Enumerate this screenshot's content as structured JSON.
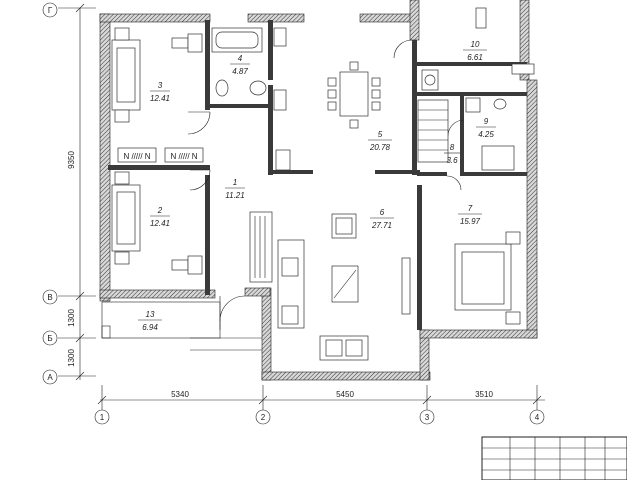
{
  "rooms": [
    {
      "id": "r1",
      "num": "1",
      "area": "11.21"
    },
    {
      "id": "r2",
      "num": "2",
      "area": "12.41"
    },
    {
      "id": "r3",
      "num": "3",
      "area": "12.41"
    },
    {
      "id": "r4",
      "num": "4",
      "area": "4.87"
    },
    {
      "id": "r5",
      "num": "5",
      "area": "20.78"
    },
    {
      "id": "r6",
      "num": "6",
      "area": "27.71"
    },
    {
      "id": "r7",
      "num": "7",
      "area": "15.97"
    },
    {
      "id": "r8",
      "num": "8",
      "area": "3.6"
    },
    {
      "id": "r9",
      "num": "9",
      "area": "4.25"
    },
    {
      "id": "r10",
      "num": "10",
      "area": "6.61"
    },
    {
      "id": "r13",
      "num": "13",
      "area": "6.94"
    }
  ],
  "axes": {
    "horizontal": [
      "1",
      "2",
      "3",
      "4"
    ],
    "vertical": [
      "Г",
      "В",
      "Б",
      "А"
    ]
  },
  "dimensions": {
    "bottom": [
      "5340",
      "5450",
      "3510"
    ],
    "left_total": "9350",
    "left_b": "1300",
    "left_a": "1300"
  }
}
